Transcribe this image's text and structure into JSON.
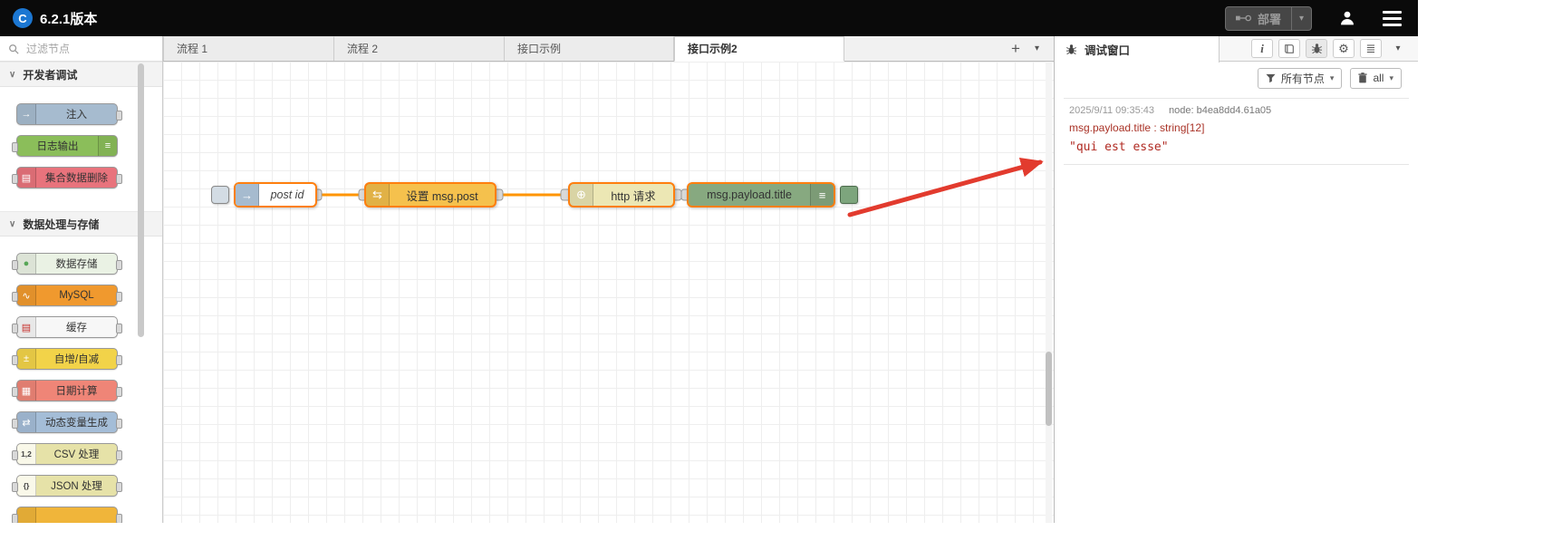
{
  "header": {
    "logo_text": "C",
    "title": "6.2.1版本",
    "deploy_label": "部署"
  },
  "icons": {
    "info": "i",
    "gear": "⚙",
    "layers": "≣",
    "chevron": "▾",
    "category_chevron": "∨"
  },
  "palette": {
    "search_placeholder": "过滤节点",
    "categories": [
      {
        "label": "开发者调试",
        "nodes": [
          {
            "label": "注入",
            "color": "#a6bbcf",
            "icon": "→"
          },
          {
            "label": "日志输出",
            "color": "#8bbe5a",
            "icon": "≡"
          },
          {
            "label": "集合数据删除",
            "color": "#e8737c",
            "icon": "▤"
          }
        ]
      },
      {
        "label": "数据处理与存储",
        "nodes": [
          {
            "label": "数据存储",
            "color": "#eaf2e4",
            "icon": "●",
            "icon_color": "#57a657"
          },
          {
            "label": "MySQL",
            "color": "#f0992e",
            "icon": "∿"
          },
          {
            "label": "缓存",
            "color": "#f7f7f7",
            "icon": "▤",
            "icon_color": "#c6302b"
          },
          {
            "label": "自增/自减",
            "color": "#f2d349",
            "icon": "±"
          },
          {
            "label": "日期计算",
            "color": "#ef8577",
            "icon": "▦"
          },
          {
            "label": "动态变量生成",
            "color": "#a4bdd7",
            "icon": "⇄"
          },
          {
            "label": "CSV 处理",
            "color": "#e6e2a8",
            "icon": "1,2"
          },
          {
            "label": "JSON 处理",
            "color": "#e6e2a8",
            "icon": "{}"
          },
          {
            "label": "",
            "color": "#f0b53a",
            "icon": ""
          }
        ]
      }
    ]
  },
  "tabs": {
    "items": [
      "流程 1",
      "流程 2",
      "接口示例",
      "接口示例2"
    ],
    "active": "接口示例2",
    "add_label": "+"
  },
  "canvas": {
    "nodes": {
      "inject": {
        "label": "post id",
        "icon": "→",
        "color": "#ffffff",
        "icon_bg": "#a6bbcf"
      },
      "change": {
        "label": "设置 msg.post",
        "icon": "⇆",
        "color": "#f5c14d"
      },
      "http": {
        "label": "http 请求",
        "icon": "⊕",
        "color": "#ece7b4"
      },
      "debug": {
        "label": "msg.payload.title",
        "icon": "≡",
        "color": "#87a980"
      }
    },
    "wire_color": "#ff9500",
    "selection_color": "#ff7f0e"
  },
  "sidebar": {
    "title": "调试窗口",
    "filter_button": "所有节点",
    "clear_button": "all",
    "message": {
      "timestamp": "2025/9/11 09:35:43",
      "node_id": "node: b4ea8dd4.61a05",
      "property": "msg.payload.title : string[12]",
      "value": "\"qui est esse\""
    }
  }
}
